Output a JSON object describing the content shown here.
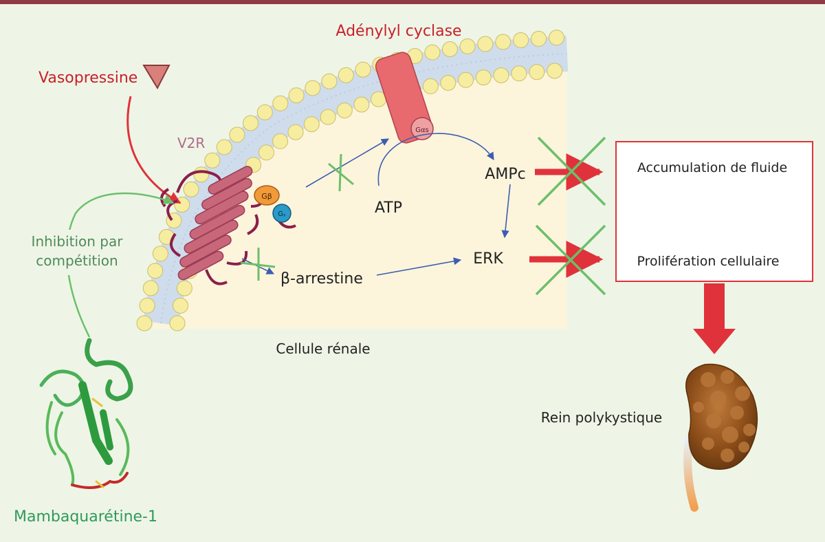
{
  "labels": {
    "adenylyl_cyclase": "Adénylyl cyclase",
    "vasopressine": "Vasopressine",
    "v2r": "V2R",
    "g_beta": "Gβ",
    "g_gamma": "Gᵧ",
    "g_alpha_s": "Gαs",
    "inhibition_line1": "Inhibition par",
    "inhibition_line2": "compétition",
    "atp": "ATP",
    "ampc": "AMPc",
    "erk": "ERK",
    "beta_arrestine": "β-arrestine",
    "cellule_renale": "Cellule rénale",
    "accumulation": "Accumulation de fluide",
    "proliferation": "Prolifération cellulaire",
    "rein": "Rein polykystique",
    "mambaquaretine": "Mambaquarétine-1"
  },
  "colors": {
    "background": "#eef5e6",
    "frame": "#8e3b45",
    "cytoplasm": "#fdf4dc",
    "lipid_head": "#f6eda0",
    "membrane_core": "#cfdcec",
    "receptor": "#c9677a",
    "receptor_loop": "#8a1f4a",
    "agonist_red": "#e0323a",
    "inhibitor_green": "#6cbf6a",
    "pathway_blue": "#3a5eb0",
    "outcome_red": "#e0323a",
    "kidney_brown": "#9a5a20",
    "vasopressine_text": "#c8202a",
    "mambaquaretine_text": "#2f9a5a",
    "inhibition_text": "#4f8a5a",
    "v2r_text": "#b06a8a"
  },
  "icons": [
    "vasopressine-triangle-icon",
    "protein-ribbon-icon",
    "kidney-icon",
    "block-cross-icon"
  ]
}
